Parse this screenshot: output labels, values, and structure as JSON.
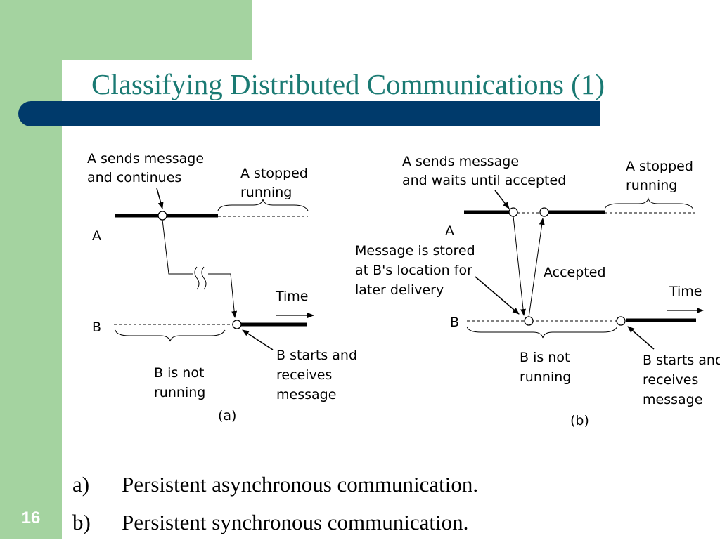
{
  "slide": {
    "title": "Classifying Distributed Communications (1)",
    "number": "16"
  },
  "diagram_a": {
    "sends_label_1": "A sends message",
    "sends_label_2": "and continues",
    "stopped_label_1": "A stopped",
    "stopped_label_2": "running",
    "process_a": "A",
    "process_b": "B",
    "time_label": "Time",
    "b_starts_1": "B starts and",
    "b_starts_2": "receives",
    "b_starts_3": "message",
    "not_running_1": "B is not",
    "not_running_2": "running",
    "caption": "(a)"
  },
  "diagram_b": {
    "sends_label_1": "A sends message",
    "sends_label_2": "and waits until accepted",
    "stopped_label_1": "A stopped",
    "stopped_label_2": "running",
    "process_a": "A",
    "process_b": "B",
    "stored_label_1": "Message is stored",
    "stored_label_2": "at B's location for",
    "stored_label_3": "later delivery",
    "accepted_label": "Accepted",
    "time_label": "Time",
    "b_starts_1": "B starts and",
    "b_starts_2": "receives",
    "b_starts_3": "message",
    "not_running_1": "B is not",
    "not_running_2": "running",
    "caption": "(b)"
  },
  "bullets": [
    {
      "marker": "a)",
      "text": "Persistent asynchronous communication."
    },
    {
      "marker": "b)",
      "text": "Persistent synchronous communication."
    }
  ]
}
